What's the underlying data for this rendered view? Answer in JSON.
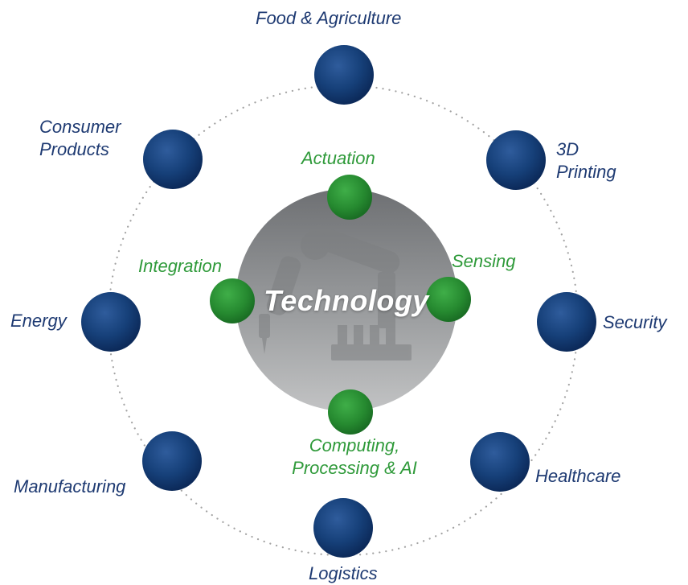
{
  "center": {
    "title": "Technology",
    "icon": "robot-arm-icon"
  },
  "capabilities": {
    "actuation": "Actuation",
    "sensing": "Sensing",
    "integration": "Integration",
    "computing_line1": "Computing,",
    "computing_line2": "Processing & AI"
  },
  "sectors": {
    "food": "Food & Agriculture",
    "printing_line1": "3D",
    "printing_line2": "Printing",
    "security": "Security",
    "healthcare": "Healthcare",
    "logistics": "Logistics",
    "manufacturing": "Manufacturing",
    "energy": "Energy",
    "consumer_line1": "Consumer",
    "consumer_line2": "Products"
  },
  "colors": {
    "sector_node": "#12386e",
    "capability_node": "#2c8f35",
    "sector_text": "#1e3a72",
    "capability_text": "#2f9a3a",
    "center_disc": "#8f9193",
    "ring_dots": "#9a9a9a"
  }
}
